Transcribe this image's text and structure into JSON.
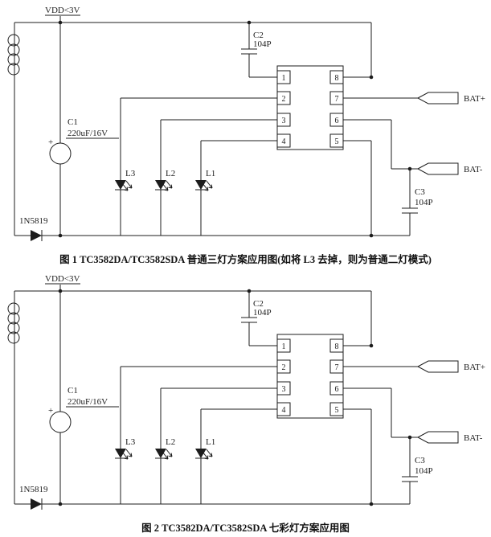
{
  "page": {
    "background": "#ffffff",
    "ink": "#1c1c1c"
  },
  "schematic": {
    "vdd_label": "VDD<3V",
    "plus_sign": "+",
    "c1_ref": "C1",
    "c1_value": "220uF/16V",
    "c2_ref": "C2",
    "c2_value": "104P",
    "c3_ref": "C3",
    "c3_value": "104P",
    "diode_ref": "1N5819",
    "bat_plus_label": "BAT+",
    "bat_minus_label": "BAT-",
    "led_labels": [
      "L3",
      "L2",
      "L1"
    ],
    "ic_pins_left": [
      "1",
      "2",
      "3",
      "4"
    ],
    "ic_pins_right": [
      "8",
      "7",
      "6",
      "5"
    ]
  },
  "figures": [
    {
      "caption": "图 1  TC3582DA/TC3582SDA 普通三灯方案应用图(如将 L3 去掉，则为普通二灯模式)"
    },
    {
      "caption": "图 2  TC3582DA/TC3582SDA 七彩灯方案应用图"
    }
  ]
}
